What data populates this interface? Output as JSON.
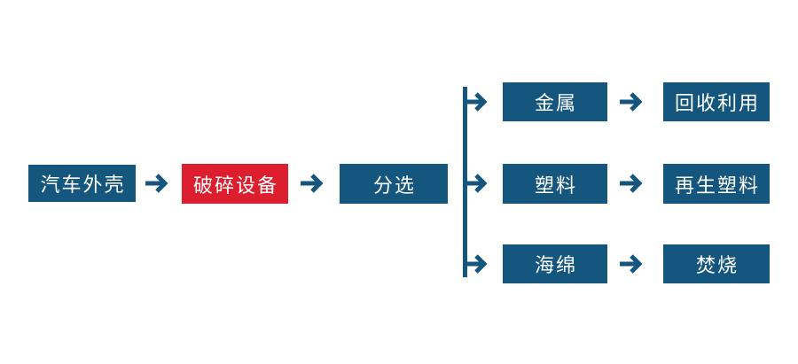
{
  "diagram": {
    "background": "#FFFFFF",
    "colors": {
      "node_blue": "#15567E",
      "node_red": "#DC1E2F",
      "arrow_blue": "#15567E",
      "text_white": "#FFFFFF",
      "background": "#FFFFFF"
    },
    "main_flow": [
      {
        "label": "汽车外壳",
        "style": "blue"
      },
      {
        "label": "破碎设备",
        "style": "red"
      },
      {
        "label": "分选",
        "style": "blue"
      }
    ],
    "branches": [
      {
        "material": "金属",
        "outcome": "回收利用"
      },
      {
        "material": "塑料",
        "outcome": "再生塑料"
      },
      {
        "material": "海绵",
        "outcome": "焚烧"
      }
    ]
  }
}
